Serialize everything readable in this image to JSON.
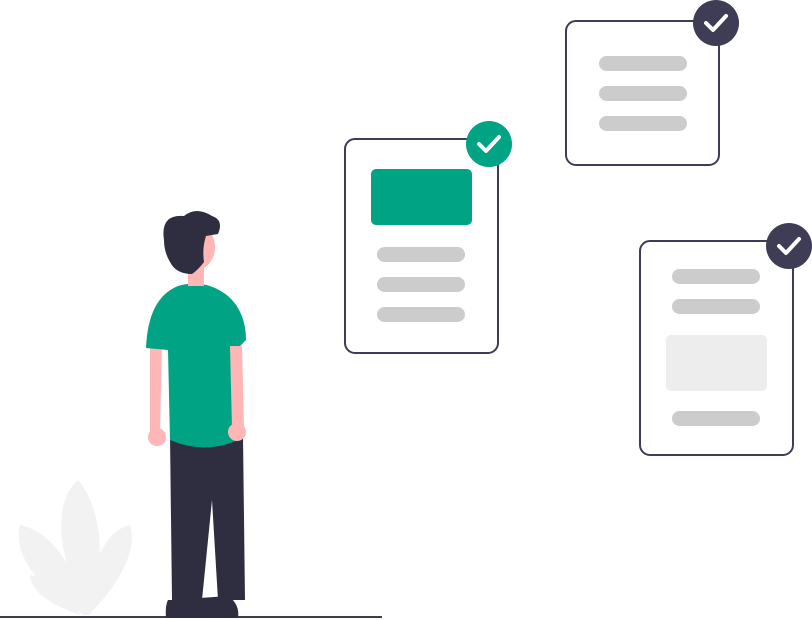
{
  "colors": {
    "accent": "#00A383",
    "dark": "#3F3D56",
    "line": "#3F3D56",
    "placeholder": "#CCCCCC",
    "skin": "#FFB6B6",
    "hair": "#2F2E41",
    "pants": "#2F2E41",
    "plant": "#F2F2F2",
    "card_bg": "#FFFFFF"
  },
  "cards": [
    {
      "name": "card-center",
      "badge_icon": "check-icon",
      "badge_color": "#00A383"
    },
    {
      "name": "card-top-right",
      "badge_icon": "check-icon",
      "badge_color": "#3F3D56"
    },
    {
      "name": "card-bottom-right",
      "badge_icon": "check-icon",
      "badge_color": "#3F3D56"
    }
  ],
  "figure": {
    "shirt_color": "#00A383",
    "pose": "standing-looking-right"
  },
  "decor": [
    "plant-icon",
    "ground-line"
  ]
}
